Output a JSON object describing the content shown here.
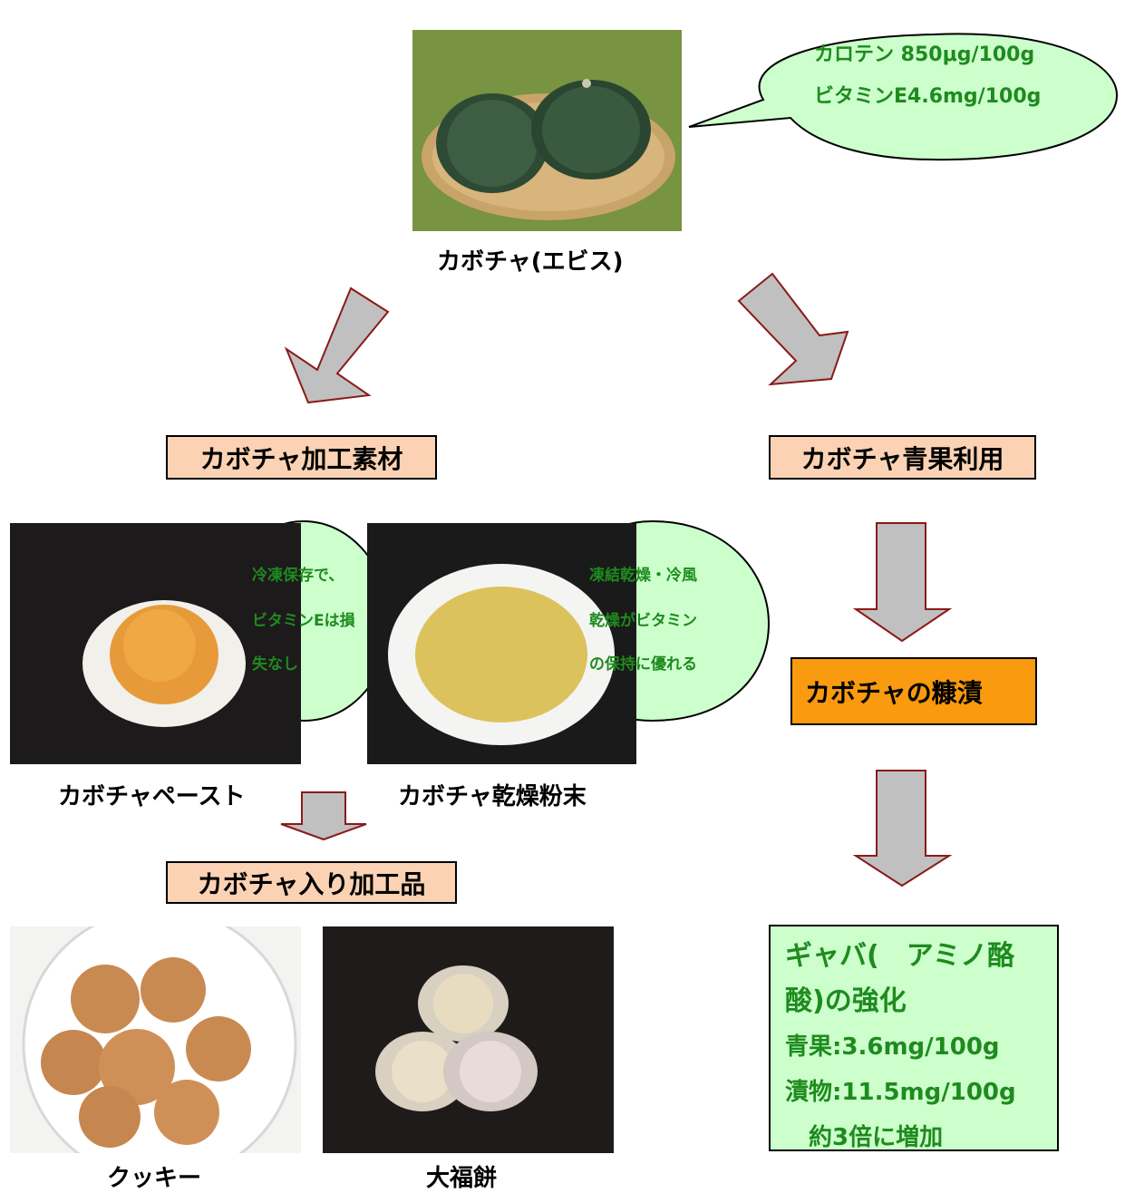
{
  "top": {
    "caption": "カボチャ(エビス)",
    "bubble_line1": "カロテン 850μg/100g",
    "bubble_line2": "ビタミンE4.6mg/100g"
  },
  "left_branch": {
    "title": "カボチャ加工素材",
    "paste_caption": "カボチャペースト",
    "powder_caption": "カボチャ乾燥粉末",
    "paste_bubble": [
      "冷凍保存で、",
      "ビタミンEは損",
      "失なし"
    ],
    "powder_bubble": [
      "凍結乾燥・冷風",
      "乾燥がビタミン",
      "の保持に優れる"
    ],
    "products_title": "カボチャ入り加工品",
    "cookie_caption": "クッキー",
    "daifuku_caption": "大福餅"
  },
  "right_branch": {
    "title": "カボチャ青果利用",
    "pickle_title": "カボチャの糠漬",
    "result_lines": [
      "ギャバ(　アミノ酪",
      "酸)の強化",
      "青果:3.6mg/100g",
      "漬物:11.5mg/100g",
      "　約3倍に増加"
    ]
  },
  "colors": {
    "salmon_box": "#fbd3b4",
    "orange_box": "#fa9a0e",
    "bubble_fill": "#ccffcc",
    "text_green": "#1e8b1e",
    "arrow_fill": "#c0c0c0",
    "arrow_stroke": "#8b1a1a"
  }
}
